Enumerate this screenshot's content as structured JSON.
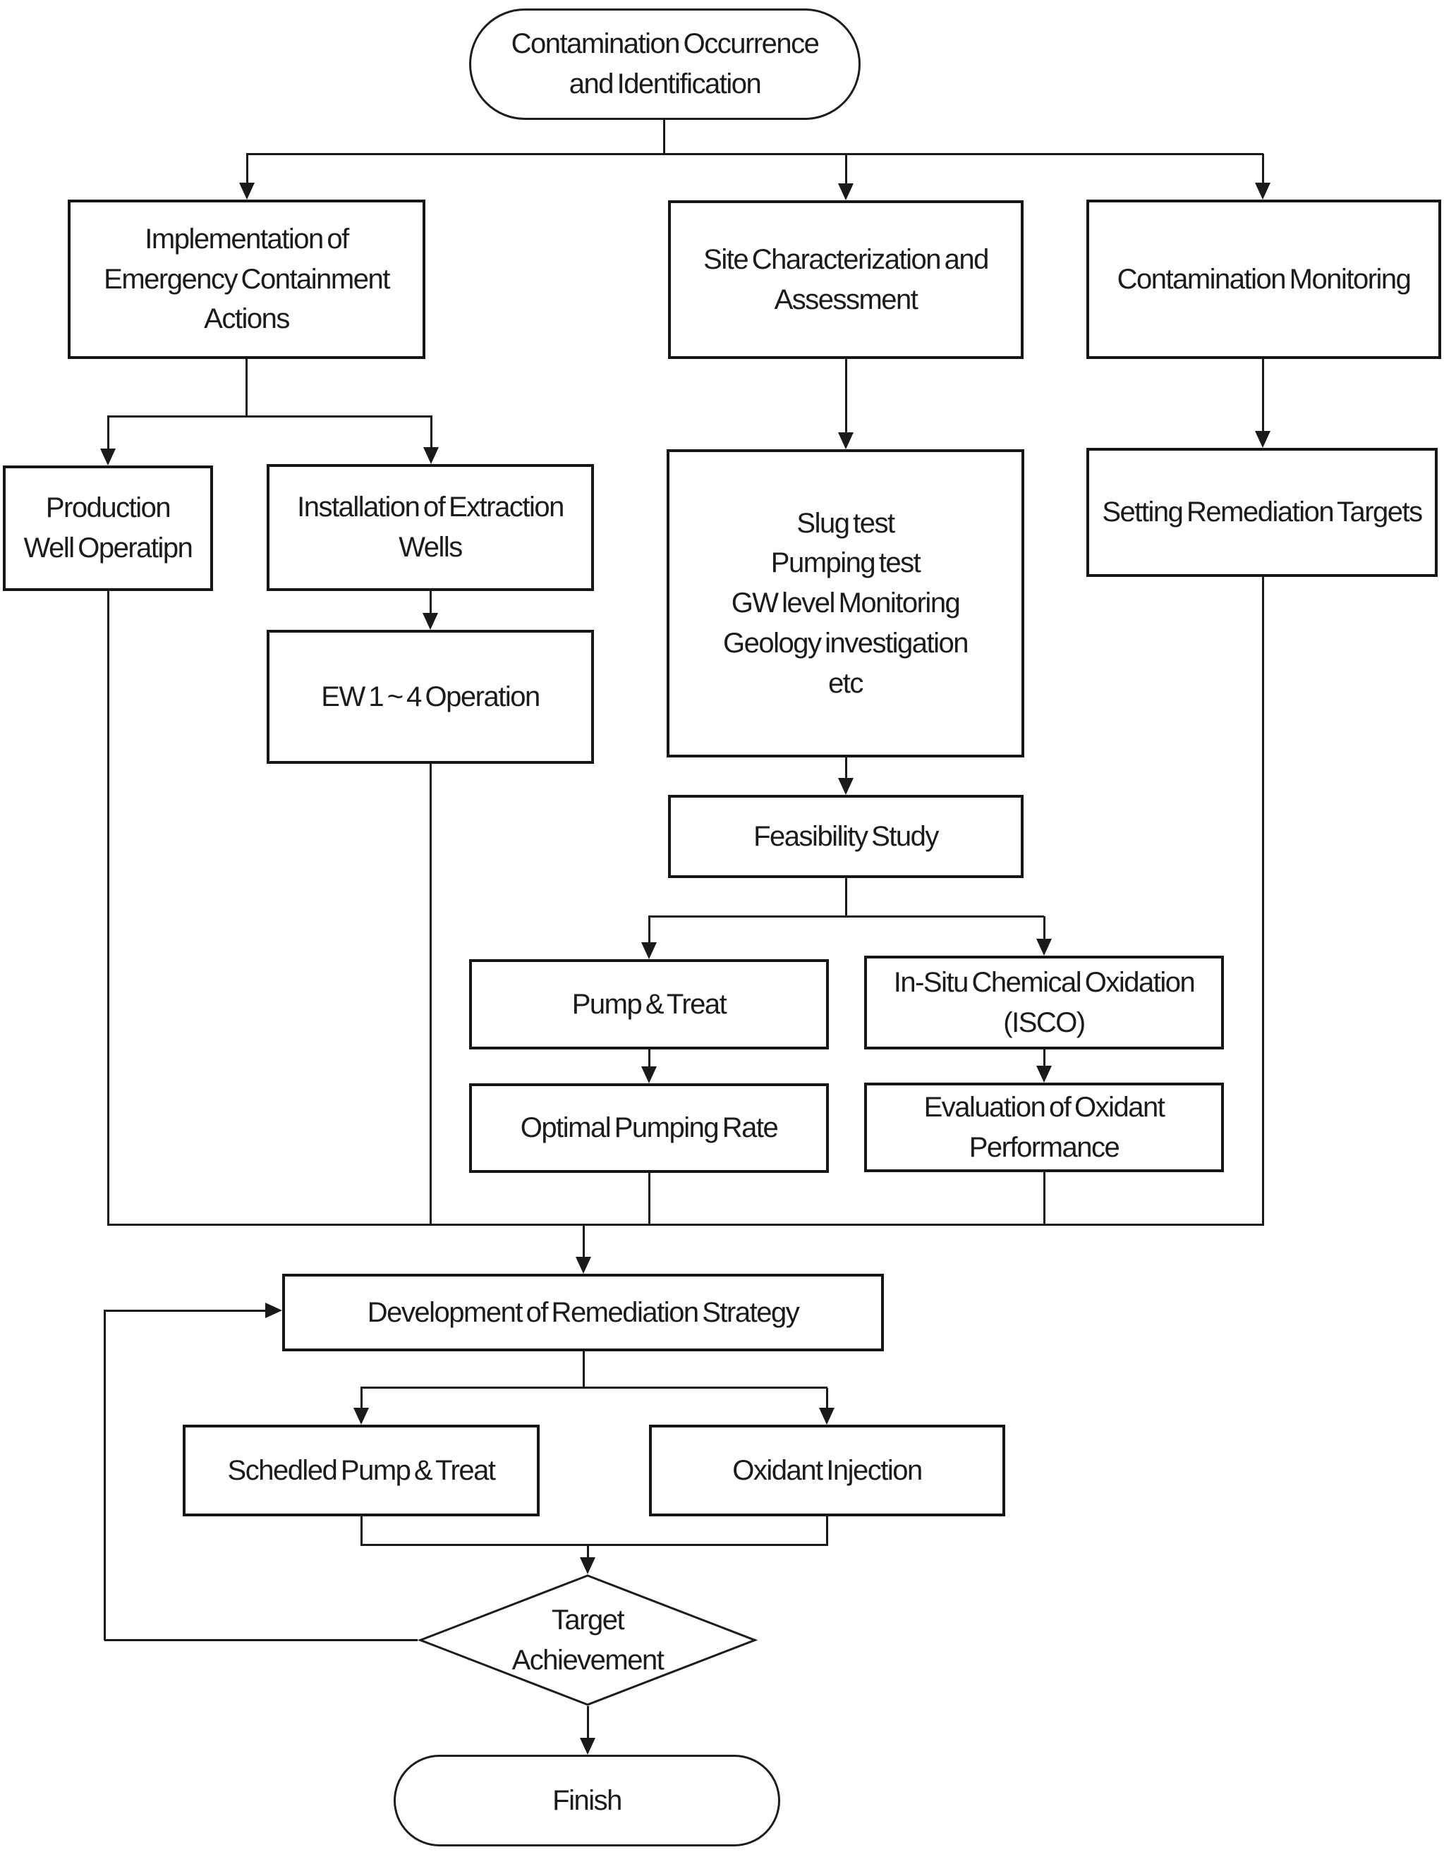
{
  "diagram": {
    "background_color": "#ffffff",
    "line_color": "#1a1a1a",
    "text_color": "#1b1b1b",
    "nodes": {
      "start": {
        "shape": "stadium",
        "label": "Contamination Occurrence\nand Identification"
      },
      "emergency": {
        "shape": "rect",
        "label": "Implementation of\nEmergency Containment\nActions"
      },
      "site_char": {
        "shape": "rect",
        "label": "Site Characterization and\nAssessment"
      },
      "monitoring": {
        "shape": "rect",
        "label": "Contamination Monitoring"
      },
      "production_well": {
        "shape": "rect",
        "label": "Production\nWell Operatipn"
      },
      "extraction_wells": {
        "shape": "rect",
        "label": "Installation of Extraction\nWells"
      },
      "site_tests": {
        "shape": "rect",
        "label": "Slug test\nPumping test\nGW level Monitoring\nGeology investigation\netc"
      },
      "targets": {
        "shape": "rect",
        "label": "Setting Remediation Targets"
      },
      "ew_operation": {
        "shape": "rect",
        "label": "EW 1 ~ 4 Operation"
      },
      "feasibility": {
        "shape": "rect",
        "label": "Feasibility Study"
      },
      "pump_treat": {
        "shape": "rect",
        "label": "Pump & Treat"
      },
      "isco": {
        "shape": "rect",
        "label": "In-Situ Chemical Oxidation\n(ISCO)"
      },
      "optimal_rate": {
        "shape": "rect",
        "label": "Optimal Pumping Rate"
      },
      "oxidant_eval": {
        "shape": "rect",
        "label": "Evaluation of Oxidant\nPerformance"
      },
      "strategy": {
        "shape": "rect",
        "label": "Development of Remediation Strategy"
      },
      "scheduled_pt": {
        "shape": "rect",
        "label": "Schedled Pump & Treat"
      },
      "oxidant_injection": {
        "shape": "rect",
        "label": "Oxidant Injection"
      },
      "decision": {
        "shape": "diamond",
        "label": "Target\nAchievement"
      },
      "finish": {
        "shape": "stadium",
        "label": "Finish"
      }
    }
  }
}
